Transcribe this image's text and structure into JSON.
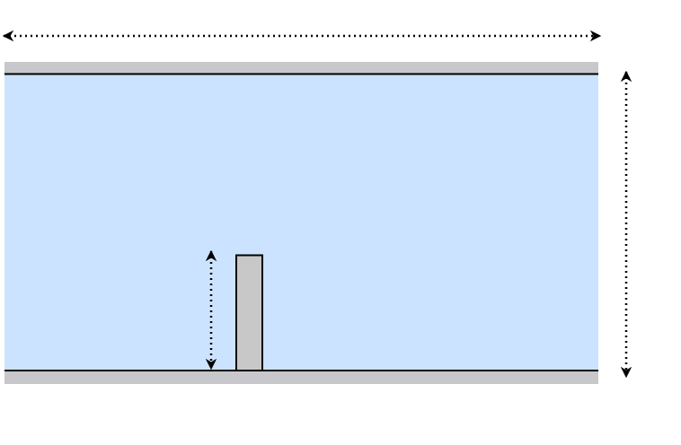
{
  "diagram": {
    "colors": {
      "fluid": "#cce3ff",
      "wall": "#c8c8cc",
      "obstacle": "#c8c8c8",
      "line": "#000000"
    },
    "elements": [
      "top-wall",
      "bottom-wall",
      "fluid-channel",
      "obstacle-block",
      "channel-length-arrow",
      "channel-height-arrow",
      "obstacle-height-arrow"
    ]
  }
}
